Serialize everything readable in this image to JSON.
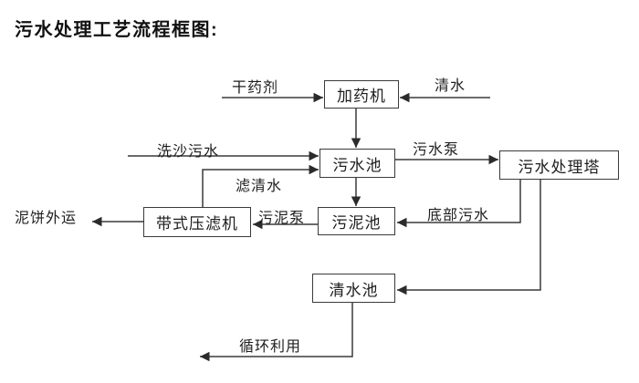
{
  "page": {
    "title": "污水处理工艺流程框图:",
    "background_color": "#ffffff",
    "line_color": "#3a3a3a",
    "text_color": "#1e1e1e"
  },
  "diagram": {
    "type": "flowchart",
    "nodes": [
      {
        "id": "dosing-machine",
        "label": "加药机"
      },
      {
        "id": "sewage-pool",
        "label": "污水池"
      },
      {
        "id": "sewage-treatment-tower",
        "label": "污水处理塔"
      },
      {
        "id": "sludge-pool",
        "label": "污泥池"
      },
      {
        "id": "belt-filter-press",
        "label": "带式压滤机"
      },
      {
        "id": "clean-water-pool",
        "label": "清水池"
      }
    ],
    "edge_labels": [
      {
        "id": "dry-agent",
        "label": "干药剂"
      },
      {
        "id": "clean-water",
        "label": "清水"
      },
      {
        "id": "sand-washing-sewage",
        "label": "洗沙污水"
      },
      {
        "id": "sewage-pump",
        "label": "污水泵"
      },
      {
        "id": "filtered-water",
        "label": "滤清水"
      },
      {
        "id": "sludge-pump",
        "label": "污泥泵"
      },
      {
        "id": "bottom-sewage",
        "label": "底部污水"
      },
      {
        "id": "mud-cake-outbound",
        "label": "泥饼外运"
      },
      {
        "id": "recycle-use",
        "label": "循环利用"
      }
    ],
    "flows": [
      {
        "from": "干药剂(外部)",
        "to": "加药机",
        "label": "干药剂"
      },
      {
        "from": "清水(外部)",
        "to": "加药机",
        "label": "清水"
      },
      {
        "from": "加药机",
        "to": "污水池",
        "label": ""
      },
      {
        "from": "洗沙污水(外部)",
        "to": "污水池",
        "label": "洗沙污水"
      },
      {
        "from": "带式压滤机",
        "to": "污水池",
        "label": "滤清水"
      },
      {
        "from": "污水池",
        "to": "污水处理塔",
        "label": "污水泵"
      },
      {
        "from": "污水池",
        "to": "污泥池",
        "label": ""
      },
      {
        "from": "污水处理塔",
        "to": "污泥池",
        "label": "底部污水"
      },
      {
        "from": "污水处理塔",
        "to": "清水池",
        "label": ""
      },
      {
        "from": "污泥池",
        "to": "带式压滤机",
        "label": "污泥泵"
      },
      {
        "from": "带式压滤机",
        "to": "泥饼外运",
        "label": "泥饼外运"
      },
      {
        "from": "清水池",
        "to": "循环利用",
        "label": "循环利用"
      }
    ]
  }
}
